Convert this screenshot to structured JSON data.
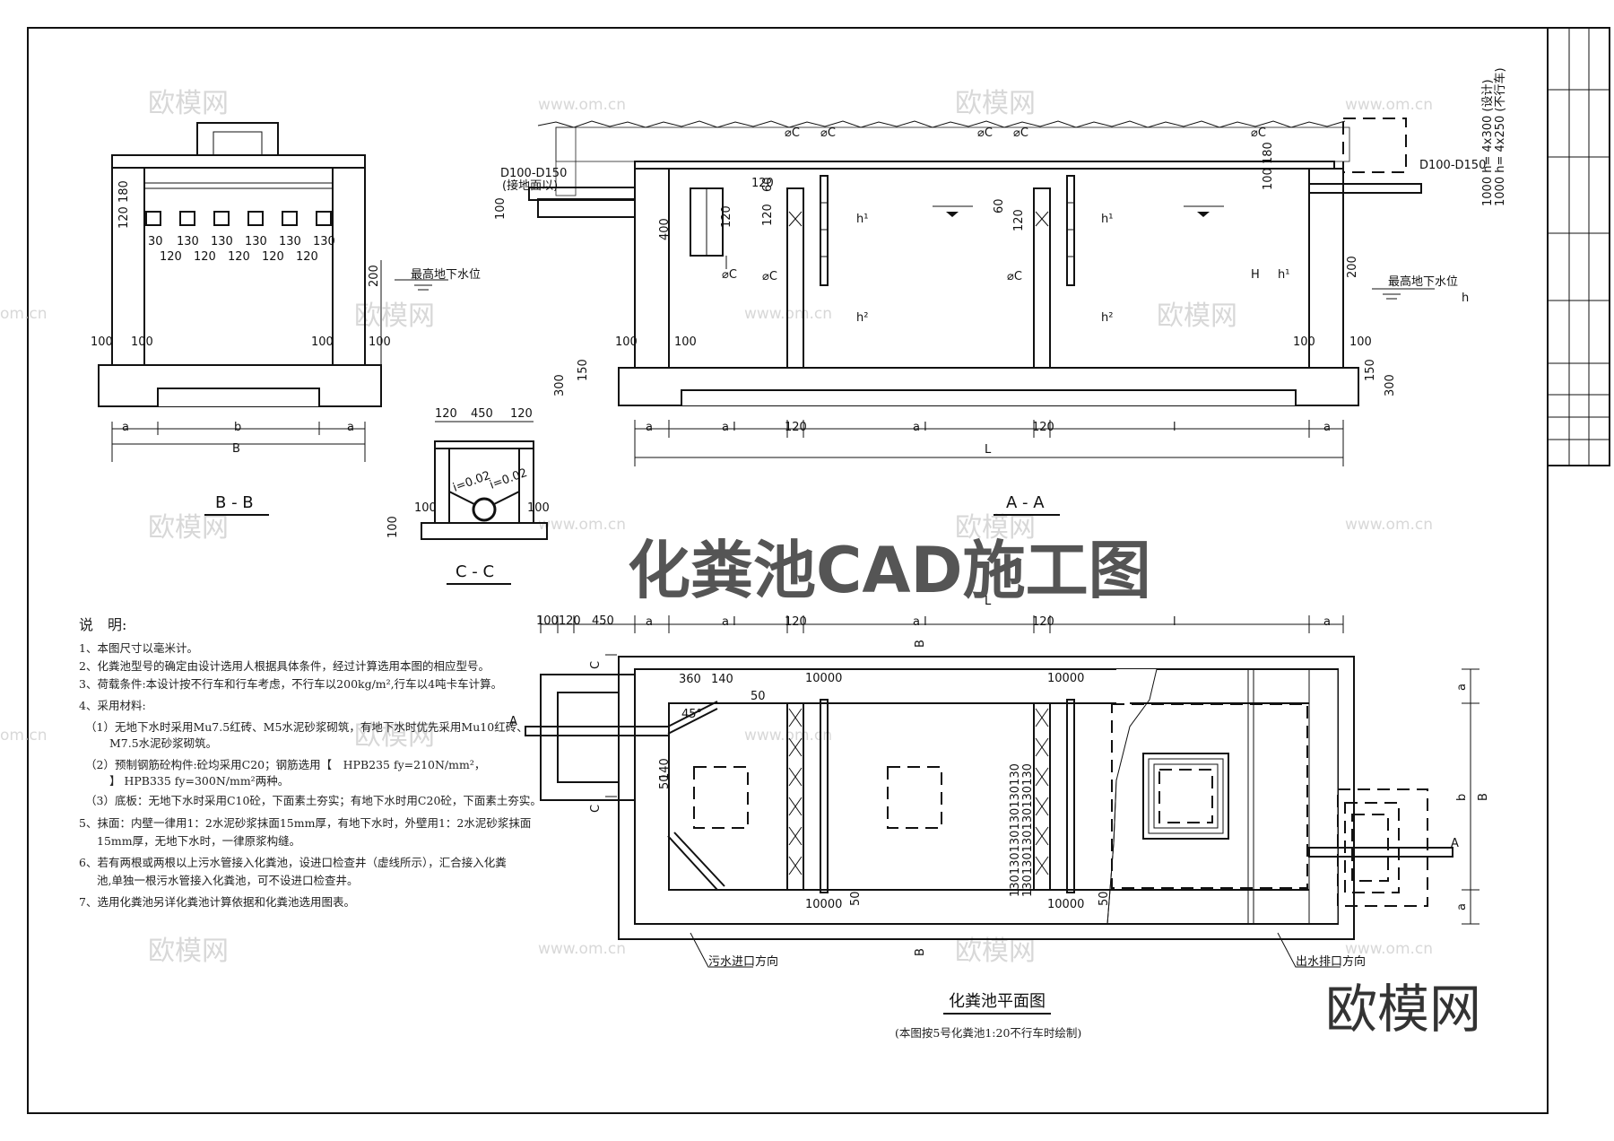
{
  "title": "化粪池CAD施工图",
  "logo_text": "欧模网",
  "watermark": {
    "cn": "欧模网",
    "url": "www.om.cn",
    "url_short": "om.cn"
  },
  "sections": {
    "bb": "B - B",
    "aa": "A - A",
    "cc": "C - C"
  },
  "plan": {
    "title": "化粪池平面图",
    "subtitle": "(本图按5号化粪池1:20不行车时绘制)",
    "inlet_label": "污水进口方向",
    "outlet_label": "出水排口方向"
  },
  "labels": {
    "pipe": "D100-D150",
    "pipe_note": "(接地面以)",
    "ground_water": "最高地下水位",
    "capacity_h300": "1000 h= 4x300 (设计)",
    "capacity_h250": "1000 h= 4x250 (不行车)"
  },
  "dims": {
    "d30": "30",
    "d100": "100",
    "d120": "120",
    "d130": "130",
    "d140": "140",
    "d150": "150",
    "d180": "180",
    "d200": "200",
    "d300": "300",
    "d360": "360",
    "d400": "400",
    "d450": "450",
    "d50": "50",
    "d60": "60",
    "d45": "45°",
    "d10000": "10000",
    "d100120": "100120",
    "d120180": "120 180",
    "d100180": "100 180",
    "stack_130": "130130130130130130",
    "a": "a",
    "b": "b",
    "B": "B",
    "L": "L",
    "l": "l",
    "al": "a l",
    "H": "H",
    "h1": "h¹",
    "h2": "h²",
    "h": "h",
    "C": "C",
    "A": "A",
    "sC": "⌀C",
    "slope1": "i=0.02",
    "slope2": "i=0.02"
  },
  "notes": {
    "heading": "说　明:",
    "items": [
      "1、本图尺寸以毫米计。",
      "2、化粪池型号的确定由设计选用人根据具体条件，经过计算选用本图的相应型号。",
      "3、荷载条件:本设计按不行车和行车考虑，不行车以200kg/m²,行车以4吨卡车计算。",
      "4、采用材料:",
      "（1）无地下水时采用Mu7.5红砖、M5水泥砂浆砌筑，有地下水时优先采用Mu10红砖、",
      "M7.5水泥砂浆砌筑。",
      "（2）预制钢筋砼构件:砼均采用C20；钢筋选用【　HPB235 fy=210N/mm²，",
      "】 HPB335 fy=300N/mm²两种。",
      "（3）底板：无地下水时采用C10砼，下面素土夯实；有地下水时用C20砼，下面素土夯实。",
      "5、抹面：内壁一律用1：2水泥砂浆抹面15mm厚，有地下水时，外壁用1：2水泥砂浆抹面",
      "15mm厚，无地下水时，一律原浆构缝。",
      "6、若有两根或两根以上污水管接入化粪池，设进口检查井（虚线所示），汇合接入化粪",
      "池,单独一根污水管接入化粪池，可不设进口检查井。",
      "7、选用化粪池另详化粪池计算依据和化粪池选用图表。"
    ]
  },
  "colors": {
    "line": "#111111",
    "hatch": "#777777",
    "title": "#555555",
    "watermark": "#d8d8d8"
  }
}
